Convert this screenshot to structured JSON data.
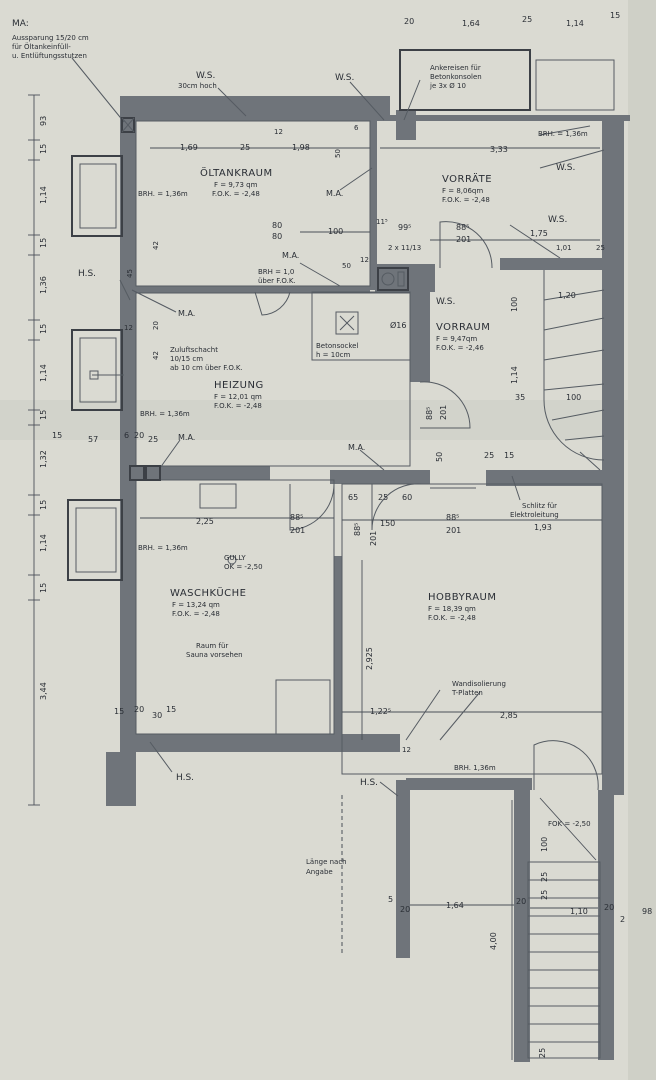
{
  "notes": {
    "ma_title": "MA:",
    "ma_line1": "Aussparung 15/20 cm",
    "ma_line2": "für Öltankeinfüll-",
    "ma_line3": "u. Entlüftungsstutzen",
    "ws_top": "W.S.",
    "ws_top_sub": "30cm hoch",
    "ws_top2": "W.S.",
    "anker1": "Ankereisen für",
    "anker2": "Betonkonsolen",
    "anker3": "je 3x Ø 10",
    "schlitz1": "Schlitz für",
    "schlitz2": "Elektroleitung",
    "wand1": "Wandisolierung",
    "wand2": "T-Platten",
    "laenge1": "Länge nach",
    "laenge2": "Angabe",
    "zuluft1": "Zuluftschacht",
    "zuluft2": "10/15 cm",
    "zuluft3": "ab 10 cm über F.O.K.",
    "sockel1": "Betonsockel",
    "sockel2": "h = 10cm",
    "brh_fok": "BRH = 1,0",
    "brh_fok2": "über F.O.K.",
    "sauna1": "Raum für",
    "sauna2": "Sauna vorsehen",
    "gully1": "GULLY",
    "gully2": "OK = -2,50",
    "fok_stair": "FOK = -2,50",
    "stair_note": "2 x 11/13"
  },
  "rooms": {
    "oeltank_name": "ÖLTANKRAUM",
    "oeltank_f": "F = 9,73 qm",
    "oeltank_fok": "F.O.K. = -2,48",
    "vorraete_name": "VORRÄTE",
    "vorraete_f": "F = 8,06qm",
    "vorraete_fok": "F.O.K. = -2,48",
    "vorraum_name": "VORRAUM",
    "vorraum_f": "F = 9,47qm",
    "vorraum_fok": "F.O.K. = -2,46",
    "heizung_name": "HEIZUNG",
    "heizung_f": "F = 12,01 qm",
    "heizung_fok": "F.O.K. = -2,48",
    "wasch_name": "WASCHKÜCHE",
    "wasch_f": "F = 13,24 qm",
    "wasch_fok": "F.O.K. = -2,48",
    "hobby_name": "HOBBYRAUM",
    "hobby_f": "F = 18,39 qm",
    "hobby_fok": "F.O.K. = -2,48"
  },
  "labels": {
    "brh": "BRH. = 1,36m",
    "brh_short": "BRH. 1,36m",
    "ws": "W.S.",
    "hs": "H.S.",
    "ma": "M.A."
  },
  "dims": {
    "top_20": "20",
    "top_164": "1,64",
    "top_25": "25",
    "top_114": "1,14",
    "top_15": "15",
    "d169": "1,69",
    "d25": "25",
    "d198": "1,98",
    "d333": "3,33",
    "d80a": "80",
    "d80b": "80",
    "d100": "100",
    "d99": "99⁵",
    "d88a": "88⁵",
    "d201a": "201",
    "d175": "1,75",
    "d101": "1,01",
    "d25b": "25",
    "d50": "50",
    "d12": "12",
    "d115": "11⁵",
    "d120": "1,20",
    "d100b": "100",
    "d35": "35",
    "d100c": "100",
    "d114v": "1,14",
    "d885v": "88⁵",
    "d201v": "201",
    "d50v": "50",
    "d25v": "25",
    "d15v": "15",
    "d65": "65",
    "d25c": "25",
    "d60": "60",
    "d225": "2,25",
    "d885b": "88⁵",
    "d201b": "201",
    "d150": "150",
    "d885c": "88⁵",
    "d201c": "201",
    "d193": "1,93",
    "d2925": "2,925",
    "d1225": "1,22⁵",
    "d285": "2,85",
    "d885d": "88⁵",
    "d201d": "201",
    "d15a": "15",
    "d20a": "20",
    "d30a": "30",
    "d15b": "15",
    "d164b": "1,64",
    "d20b": "20",
    "d20c": "20",
    "d5": "5",
    "d400": "4,00",
    "d110": "1,10",
    "d25d": "25",
    "d25e": "25",
    "d100d": "100",
    "d98": "98",
    "d2": "2",
    "d25f": "25",
    "d20d": "20",
    "l93": "93",
    "l15a": "15",
    "l114a": "1,14",
    "l15b": "15",
    "l136": "1,36",
    "l15c": "15",
    "l114b": "1,14",
    "l15d": "15",
    "l132": "1,32",
    "l15e": "15",
    "l114c": "1,14",
    "l15f": "15",
    "l344": "3,44",
    "i15": "15",
    "i57": "57",
    "i6": "6",
    "i20": "20",
    "i25": "25",
    "w12": "12",
    "w6": "6",
    "w50": "50",
    "w12b": "12",
    "w12c": "12",
    "w16": "Ø16",
    "v45": "45",
    "v42": "42",
    "v20": "20",
    "v42b": "42"
  }
}
